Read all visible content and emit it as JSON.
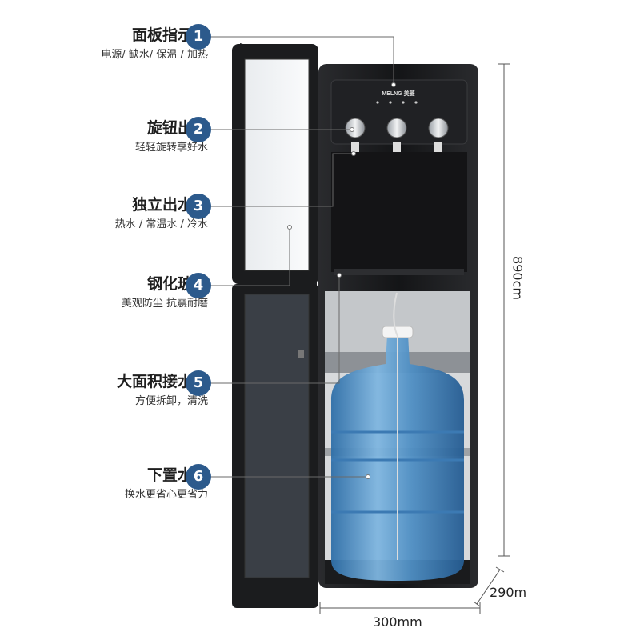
{
  "features": [
    {
      "num": "1",
      "title": "面板指示灯",
      "subtitle": "电源/ 缺水/ 保温 / 加热"
    },
    {
      "num": "2",
      "title": "旋钮出水",
      "subtitle": "轻轻旋转享好水"
    },
    {
      "num": "3",
      "title": "独立出水口",
      "subtitle": "热水 / 常温水 / 冷水"
    },
    {
      "num": "4",
      "title": "钢化玻璃",
      "subtitle": "美观防尘 抗震耐磨"
    },
    {
      "num": "5",
      "title": "大面积接水盒",
      "subtitle": "方便拆卸，清洗"
    },
    {
      "num": "6",
      "title": "下置水桶",
      "subtitle": "换水更省心更省力"
    }
  ],
  "dimensions": {
    "height": "890cm",
    "depth": "290m",
    "width": "300mm"
  },
  "brand": "MELNG美菱",
  "colors": {
    "badge": "#2c5a8c",
    "body": "#1b1c1e",
    "bottle": "#4f8fc4"
  }
}
